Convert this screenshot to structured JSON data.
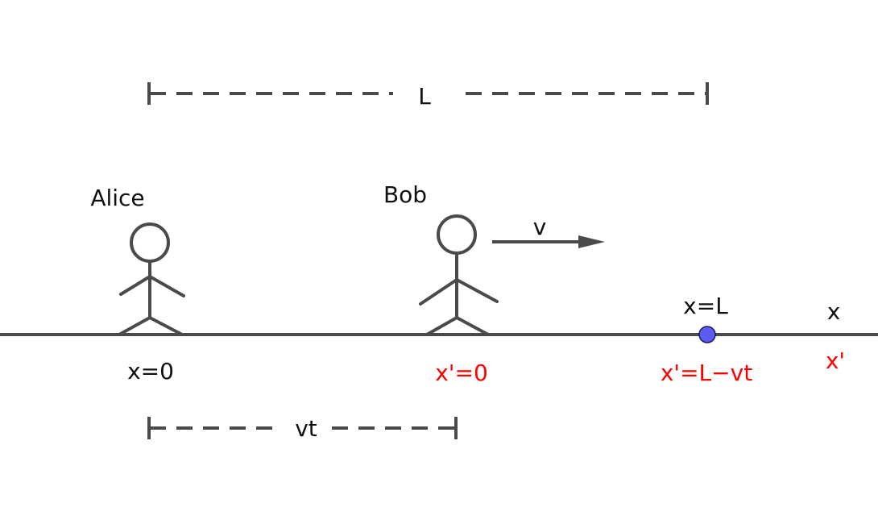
{
  "labels": {
    "length": "L",
    "alice": "Alice",
    "bob": "Bob",
    "velocity": "v",
    "axis_x": "x",
    "axis_x_prime": "x'",
    "point_x_L": "x=L",
    "alice_x": "x=0",
    "bob_x_prime": "x'=0",
    "point_x_prime": "x'=L−vt",
    "displacement": "vt"
  },
  "colors": {
    "stroke": "#4a4a4a",
    "text": "#111111",
    "primed_frame": "#ff0000",
    "point_fill": "#5c5cf0",
    "point_stroke": "#1a1a5a"
  }
}
